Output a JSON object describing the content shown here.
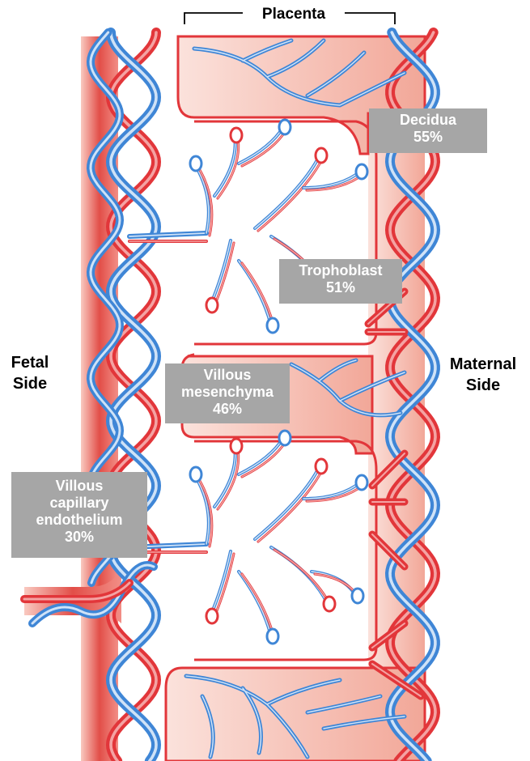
{
  "title": "Placenta",
  "fetal_side": [
    "Fetal",
    "Side"
  ],
  "maternal_side": [
    "Maternal",
    "Side"
  ],
  "labels": {
    "decidua": [
      "Decidua",
      "55%"
    ],
    "trophoblast": [
      "Trophoblast",
      "51%"
    ],
    "mesenchyma": [
      "Villous",
      "mesenchyma",
      "46%"
    ],
    "endothelium": [
      "Villous",
      "capillary",
      "endothelium",
      "30%"
    ]
  },
  "colors": {
    "artery": "#e2363a",
    "artery_light": "#f4a3a3",
    "vein": "#3f86d6",
    "vein_light": "#cfe2f7",
    "tissue": "#f3b5a6",
    "tissue_light": "#fbe2dc",
    "label_bg": "#a6a6a6"
  }
}
